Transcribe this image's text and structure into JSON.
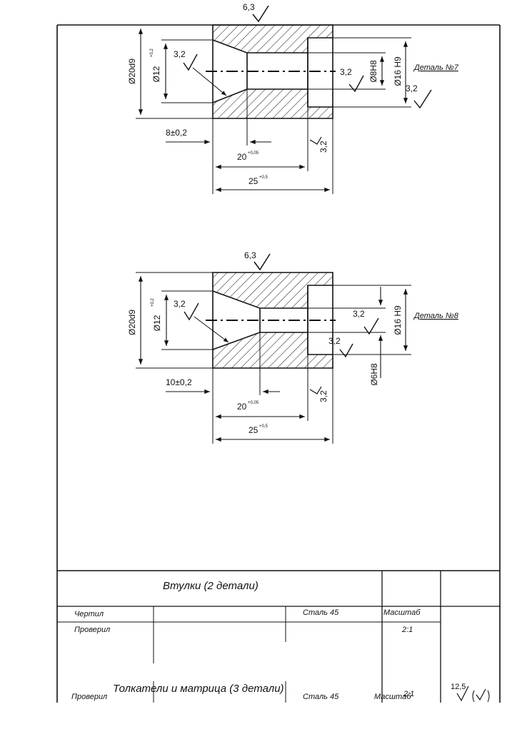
{
  "parts": [
    {
      "label": "Деталь №7",
      "top_roughness": "6,3",
      "outer_dia": "Ø20d9",
      "cone_dia": "Ø12",
      "cone_tol": "+0,2",
      "cone_roughness": "3,2",
      "bore_dia": "Ø8H8",
      "bore_roughness": "3,2",
      "counterbore_dia": "Ø16 H9",
      "counterbore_roughness": "3,2",
      "cone_len": "8±0,2",
      "mid_len": "20",
      "mid_len_tol": "+0,05",
      "total_len": "25",
      "total_len_tol": "+0,5",
      "face_roughness": "3,2"
    },
    {
      "label": "Деталь №8",
      "top_roughness": "6,3",
      "outer_dia": "Ø20d9",
      "cone_dia": "Ø12",
      "cone_tol": "+0,2",
      "cone_roughness": "3,2",
      "bore_dia": "Ø6H8",
      "bore_roughness": "3,2",
      "counterbore_dia": "Ø16 H9",
      "counterbore_roughness": "3,2",
      "cone_len": "10±0,2",
      "mid_len": "20",
      "mid_len_tol": "+0,05",
      "total_len": "25",
      "total_len_tol": "+0,5",
      "face_roughness": "3,2"
    }
  ],
  "title_block": {
    "title": "Втулки  (2 детали)",
    "drew_label": "Чертил",
    "checked_label": "Проверил",
    "material": "Сталь 45",
    "scale_label": "Масштаб",
    "scale_value": "2:1",
    "overlap_title": "Толкатели и матрица (3 детали)",
    "overlap_checked": "Проверил",
    "overlap_material": "Сталь 45",
    "overlap_scale": "Масштаб",
    "overlap_scale_value": "2:1",
    "roughness_value": "12,5"
  }
}
